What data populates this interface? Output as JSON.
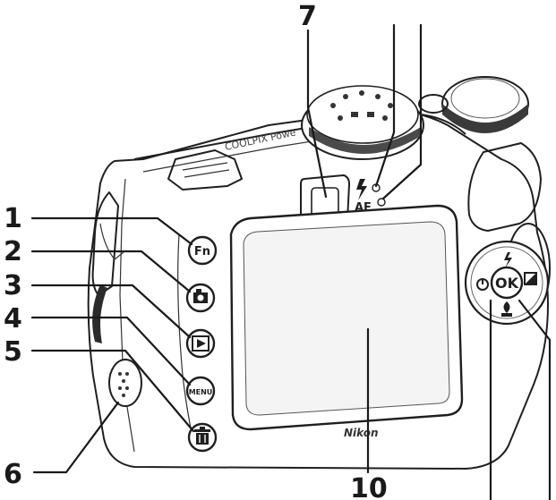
{
  "callouts": {
    "c1": "1",
    "c2": "2",
    "c3": "3",
    "c4": "4",
    "c5": "5",
    "c6": "6",
    "c7": "7",
    "c10": "10"
  },
  "camera": {
    "model_text": "COOLPIX Powe",
    "brand_text": "Nikon",
    "af_label": "AF",
    "ok_label": "OK",
    "fn_label": "Fn",
    "menu_label": "MENU"
  },
  "icons": {
    "button_1": "fn-icon",
    "button_2": "camera-mode-icon",
    "button_3": "playback-icon",
    "button_4": "menu-icon",
    "button_5": "delete-icon",
    "flash_indicator": "flash-icon",
    "self_timer": "self-timer-icon",
    "macro": "macro-icon",
    "exposure_comp": "exposure-compensation-icon"
  },
  "colors": {
    "line": "#1a1a1a",
    "body_fill": "#ffffff",
    "screen_fill": "#f4f4f4",
    "dial_shade": "#3a3a3a"
  }
}
